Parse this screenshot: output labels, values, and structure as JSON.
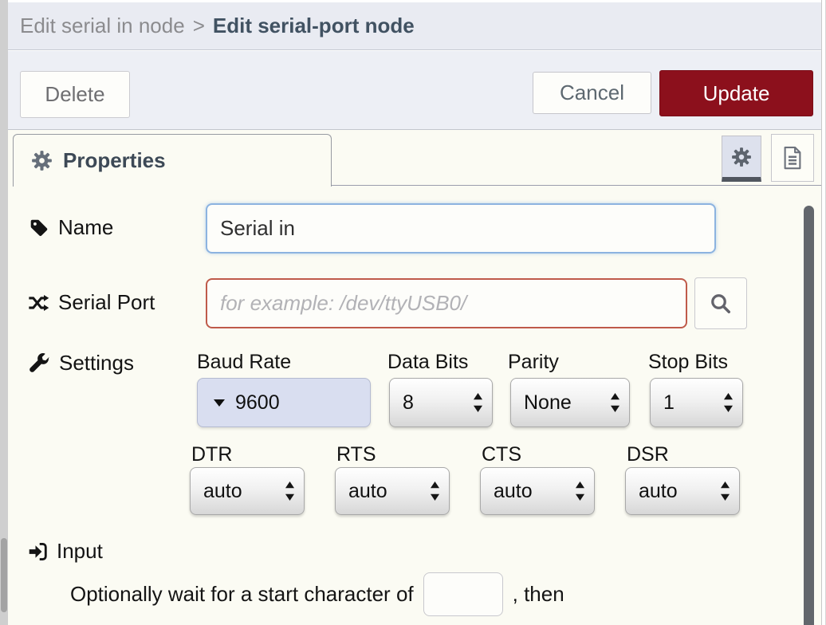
{
  "header": {
    "breadcrumb_parent": "Edit serial in node",
    "breadcrumb_separator": ">",
    "breadcrumb_current": "Edit serial-port node"
  },
  "actions": {
    "delete": "Delete",
    "cancel": "Cancel",
    "update": "Update"
  },
  "tabs": {
    "properties": "Properties"
  },
  "form": {
    "name": {
      "label": "Name",
      "value": "Serial in"
    },
    "serial_port": {
      "label": "Serial Port",
      "placeholder": "for example: /dev/ttyUSB0/"
    },
    "settings": {
      "label": "Settings",
      "baud_rate": {
        "label": "Baud Rate",
        "value": "9600"
      },
      "data_bits": {
        "label": "Data Bits",
        "value": "8"
      },
      "parity": {
        "label": "Parity",
        "value": "None"
      },
      "stop_bits": {
        "label": "Stop Bits",
        "value": "1"
      },
      "dtr": {
        "label": "DTR",
        "value": "auto"
      },
      "rts": {
        "label": "RTS",
        "value": "auto"
      },
      "cts": {
        "label": "CTS",
        "value": "auto"
      },
      "dsr": {
        "label": "DSR",
        "value": "auto"
      }
    },
    "input_section": {
      "label": "Input",
      "text_before": "Optionally wait for a start character of",
      "start_character_value": "",
      "text_after": ", then"
    }
  },
  "colors": {
    "primary_button_red": "#8c101c",
    "focus_border_blue": "#8cb3e0",
    "error_border_red": "#bf5a4a",
    "panel_cream": "#fbfbf3",
    "header_gray_blue": "#e9ebf2"
  }
}
